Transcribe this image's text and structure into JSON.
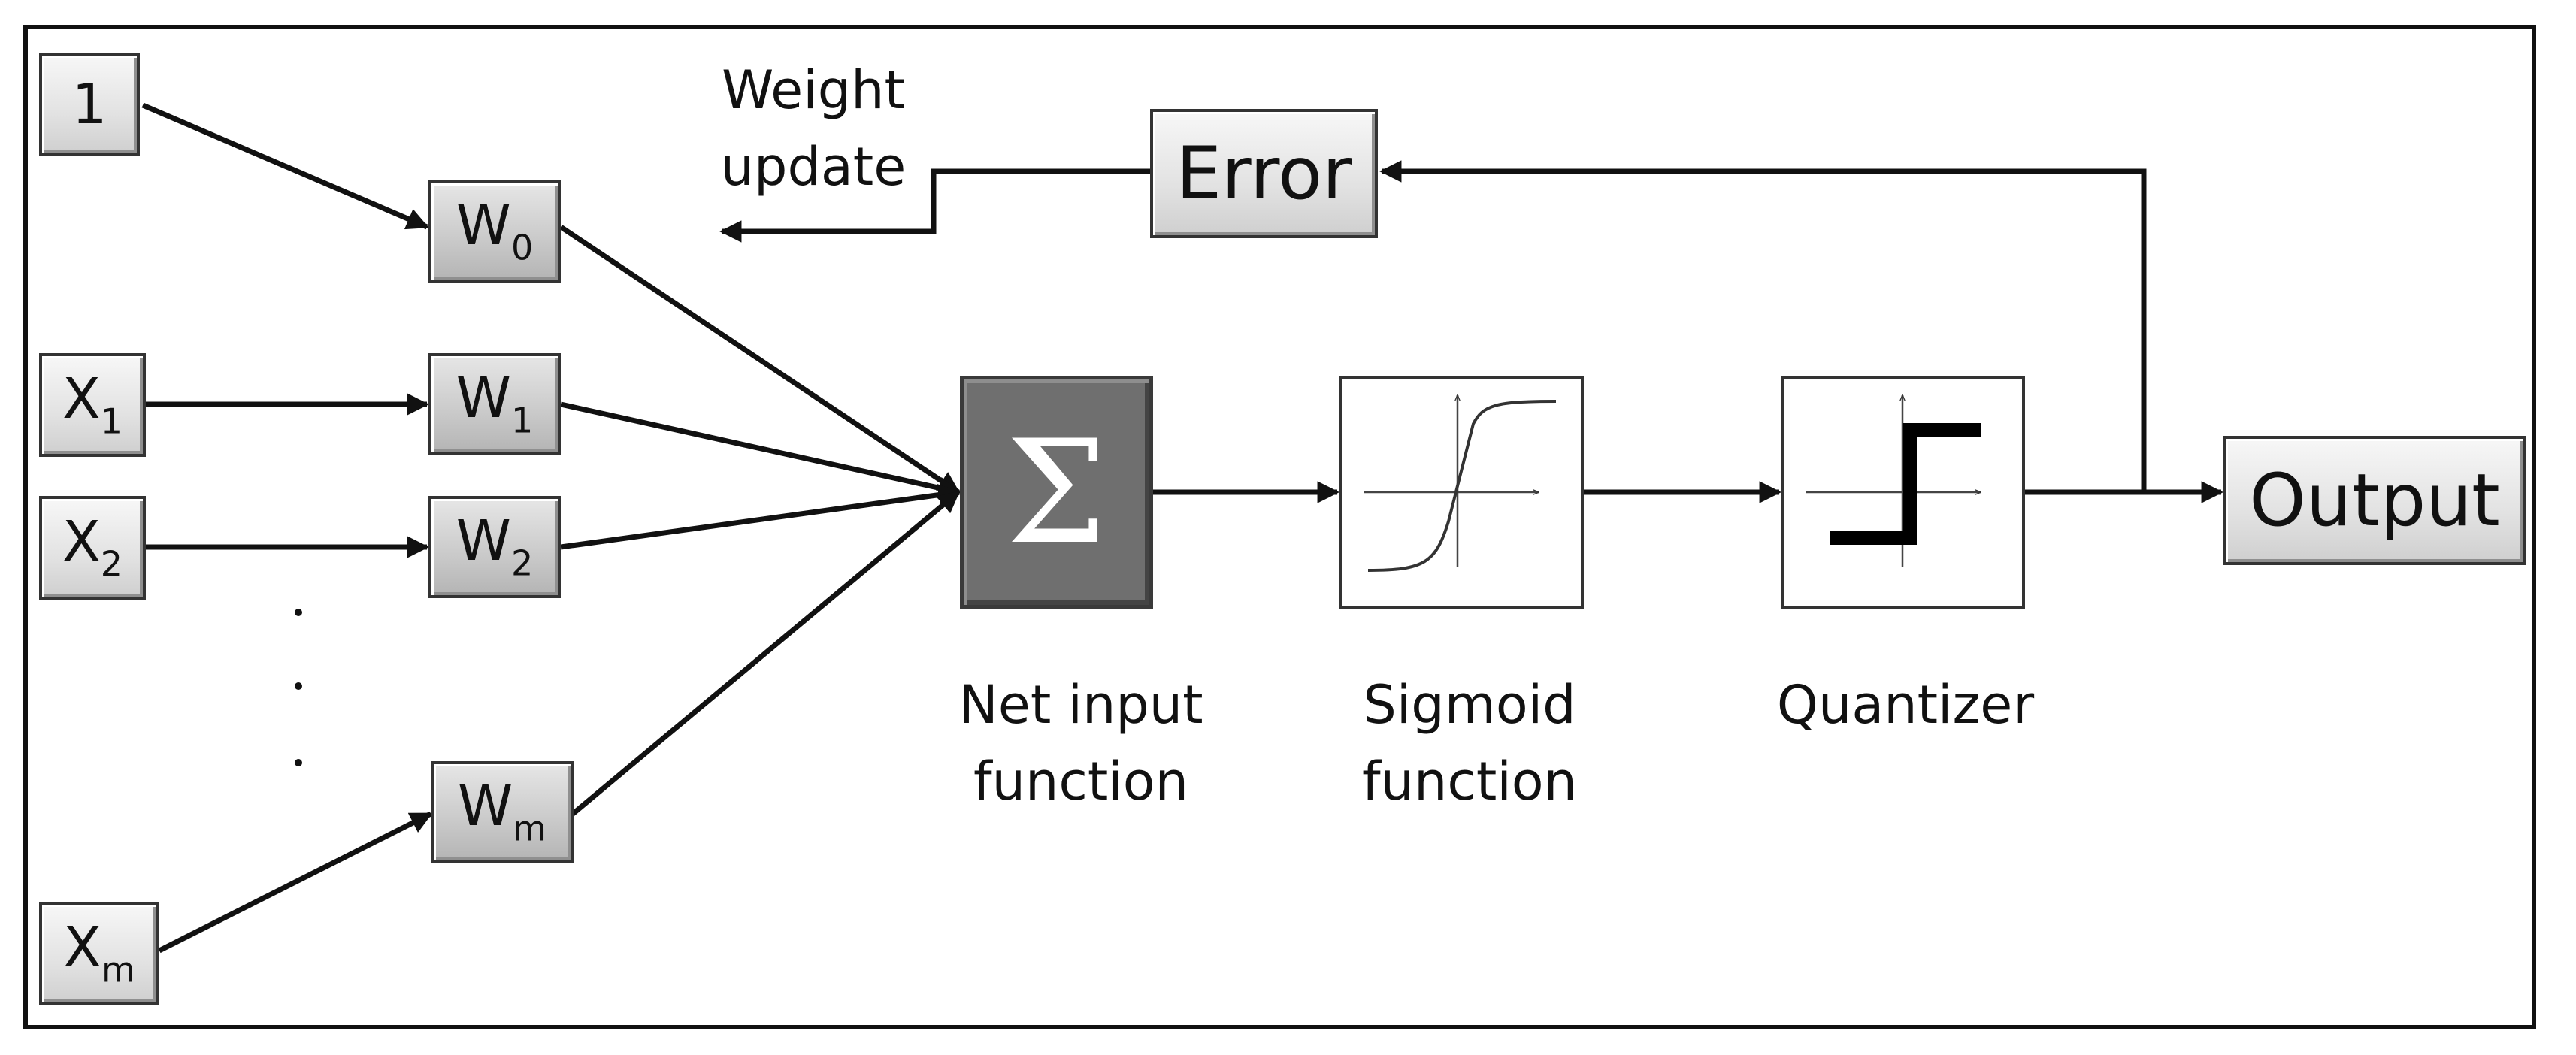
{
  "inputs": {
    "bias": "1",
    "x1": {
      "base": "X",
      "sub": "1"
    },
    "x2": {
      "base": "X",
      "sub": "2"
    },
    "xm": {
      "base": "X",
      "sub": "m"
    }
  },
  "weights": {
    "w0": {
      "base": "W",
      "sub": "0"
    },
    "w1": {
      "base": "W",
      "sub": "1"
    },
    "w2": {
      "base": "W",
      "sub": "2"
    },
    "wm": {
      "base": "W",
      "sub": "m"
    }
  },
  "sum_symbol": "Σ",
  "labels": {
    "net_input_line1": "Net input",
    "net_input_line2": "function",
    "sigmoid_line1": "Sigmoid",
    "sigmoid_line2": "function",
    "quantizer": "Quantizer",
    "error": "Error",
    "output": "Output",
    "weight_update_line1": "Weight",
    "weight_update_line2": "update"
  },
  "colors": {
    "line": "#111111",
    "box_fill": "#e2e2e2",
    "sum_fill": "#6f6f6f"
  }
}
